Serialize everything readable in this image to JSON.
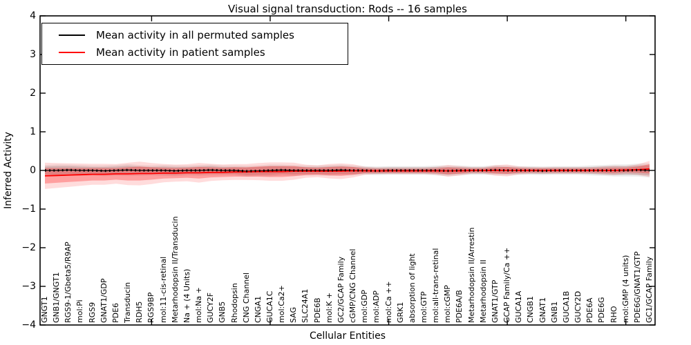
{
  "title": "Visual signal transduction: Rods -- 16 samples",
  "axes": {
    "x_label": "Cellular Entities",
    "y_label": "Inferred Activity"
  },
  "legend": {
    "items": [
      {
        "label": "Mean activity in all permuted samples",
        "color": "#000000"
      },
      {
        "label": "Mean activity in patient samples",
        "color": "#ff0000"
      }
    ]
  },
  "colors": {
    "permuted_line": "#000000",
    "patient_line": "#ff0000",
    "permuted_band": "rgba(128,128,128,0.28)",
    "permuted_band_outer": "rgba(128,128,128,0.16)",
    "patient_band": "rgba(255,20,20,0.30)",
    "patient_band_outer": "rgba(255,20,20,0.15)",
    "background": "#ffffff"
  },
  "chart_data": {
    "type": "line",
    "title": "Visual signal transduction: Rods -- 16 samples",
    "xlabel": "Cellular Entities",
    "ylabel": "Inferred Activity",
    "ylim": [
      -4,
      4
    ],
    "grid": false,
    "legend_position": "upper left",
    "y_tick_values": [
      4,
      3,
      2,
      1,
      0,
      -1,
      -2,
      -3,
      -4
    ],
    "y_tick_labels": [
      "4",
      "3",
      "2",
      "1",
      "0",
      "−1",
      "−2",
      "−3",
      "−4"
    ],
    "x_major_ticks": [
      10,
      20,
      30,
      40,
      50
    ],
    "categories": [
      "GNGT1",
      "GNB1/GNGT1",
      "RGS9-1/Gbeta5/R9AP",
      "mol:Pi",
      "RGS9",
      "GNAT1/GDP",
      "PDE6",
      "Transducin",
      "RDH5",
      "RGS9BP",
      "mol:11-cis-retinal",
      "Metarhodopsin II/Transducin",
      "Na + (4 Units)",
      "mol:Na +",
      "GUCY2F",
      "GNB5",
      "Rhodopsin",
      "CNG Channel",
      "CNGA1",
      "GUCA1C",
      "mol:Ca2+",
      "SAG",
      "SLC24A1",
      "PDE6B",
      "mol:K +",
      "GC2/GCAP Family",
      "cGMP/CNG Channel",
      "mol:GDP",
      "mol:ADP",
      "mol:Ca ++",
      "GRK1",
      "absorption of light",
      "mol:GTP",
      "mol:all-trans-retinal",
      "mol:cGMP",
      "PDE6A/B",
      "Metarhodopsin II/Arrestin",
      "Metarhodopsin II",
      "GNAT1/GTP",
      "GCAP Family/Ca ++",
      "GUCA1A",
      "CNGB1",
      "GNAT1",
      "GNB1",
      "GUCA1B",
      "GUCY2D",
      "PDE6A",
      "PDE6G",
      "RHO",
      "mol:GMP (4 units)",
      "PDE6G/GNAT1/GTP",
      "GC1/GCAP Family"
    ],
    "series": [
      {
        "name": "Mean activity in all permuted samples",
        "color": "#000000",
        "values": [
          0,
          0,
          0.01,
          0,
          0,
          -0.01,
          0,
          0.01,
          0,
          0,
          0,
          -0.01,
          0,
          0,
          0.01,
          0,
          0,
          -0.02,
          -0.01,
          0,
          0.01,
          0,
          0,
          0,
          0,
          0.01,
          0,
          0,
          -0.01,
          0,
          0,
          0,
          0,
          0,
          -0.01,
          0,
          0,
          0,
          0.01,
          0,
          0,
          0,
          -0.01,
          0,
          0,
          0,
          0,
          0,
          0,
          0,
          0.01,
          0
        ],
        "band_halfwidth": [
          0.1,
          0.11,
          0.1,
          0.1,
          0.09,
          0.1,
          0.1,
          0.11,
          0.1,
          0.09,
          0.1,
          0.1,
          0.09,
          0.1,
          0.1,
          0.09,
          0.09,
          0.1,
          0.1,
          0.11,
          0.1,
          0.1,
          0.09,
          0.09,
          0.1,
          0.1,
          0.09,
          0.08,
          0.08,
          0.08,
          0.08,
          0.08,
          0.08,
          0.09,
          0.1,
          0.09,
          0.08,
          0.08,
          0.09,
          0.09,
          0.08,
          0.08,
          0.08,
          0.08,
          0.08,
          0.08,
          0.09,
          0.1,
          0.11,
          0.11,
          0.12,
          0.13
        ]
      },
      {
        "name": "Mean activity in patient samples",
        "color": "#ff0000",
        "values": [
          -0.14,
          -0.13,
          -0.12,
          -0.11,
          -0.1,
          -0.1,
          -0.09,
          -0.09,
          -0.08,
          -0.08,
          -0.07,
          -0.07,
          -0.06,
          -0.06,
          -0.05,
          -0.05,
          -0.04,
          -0.04,
          -0.03,
          -0.03,
          -0.03,
          -0.02,
          -0.02,
          -0.02,
          -0.02,
          -0.02,
          -0.01,
          -0.01,
          -0.01,
          -0.01,
          -0.01,
          -0.01,
          -0.01,
          -0.01,
          -0.01,
          -0.01,
          0,
          0,
          0,
          0,
          0,
          0,
          0,
          0,
          0,
          0,
          0,
          0,
          0,
          0.01,
          0.02,
          0.04
        ],
        "band_halfwidth": [
          0.2,
          0.19,
          0.18,
          0.17,
          0.16,
          0.16,
          0.15,
          0.17,
          0.18,
          0.16,
          0.14,
          0.13,
          0.13,
          0.15,
          0.13,
          0.12,
          0.12,
          0.12,
          0.13,
          0.14,
          0.14,
          0.13,
          0.1,
          0.09,
          0.11,
          0.12,
          0.1,
          0.06,
          0.05,
          0.05,
          0.05,
          0.05,
          0.05,
          0.06,
          0.09,
          0.07,
          0.05,
          0.05,
          0.08,
          0.09,
          0.06,
          0.05,
          0.05,
          0.05,
          0.05,
          0.05,
          0.05,
          0.06,
          0.07,
          0.06,
          0.08,
          0.12
        ]
      }
    ]
  }
}
